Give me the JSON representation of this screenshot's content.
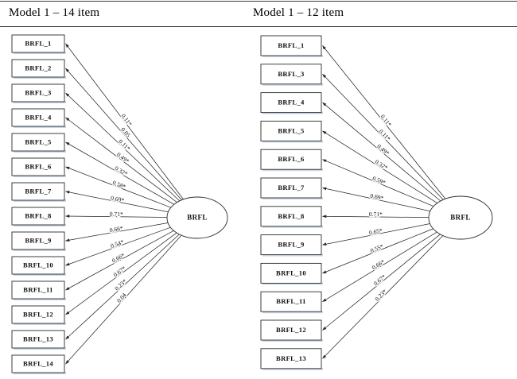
{
  "document": {
    "rule_color": "#3a3a3a",
    "background": "#ffffff"
  },
  "panels": [
    {
      "id": "model-1-14-item",
      "title": "Model 1 – 14 item",
      "latent": {
        "name": "BRFL"
      },
      "indicators": [
        {
          "label": "BRFL_1",
          "loading": "0.11*"
        },
        {
          "label": "BRFL_2",
          "loading": "0.05"
        },
        {
          "label": "BRFL_3",
          "loading": "0.11*"
        },
        {
          "label": "BRFL_4",
          "loading": "0.49*"
        },
        {
          "label": "BRFL_5",
          "loading": "0.32*"
        },
        {
          "label": "BRFL_6",
          "loading": "0.58*"
        },
        {
          "label": "BRFL_7",
          "loading": "0.69*"
        },
        {
          "label": "BRFL_8",
          "loading": "0.71*"
        },
        {
          "label": "BRFL_9",
          "loading": "0.66*"
        },
        {
          "label": "BRFL_10",
          "loading": "0.54*"
        },
        {
          "label": "BRFL_11",
          "loading": "0.66*"
        },
        {
          "label": "BRFL_12",
          "loading": "0.67*"
        },
        {
          "label": "BRFL_13",
          "loading": "0.23*"
        },
        {
          "label": "BRFL_14",
          "loading": "0.04"
        }
      ]
    },
    {
      "id": "model-1-12-item",
      "title": "Model 1 – 12 item",
      "latent": {
        "name": "BRFL"
      },
      "indicators": [
        {
          "label": "BRFL_1",
          "loading": "0.11*"
        },
        {
          "label": "BRFL_3",
          "loading": "0.11*"
        },
        {
          "label": "BRFL_4",
          "loading": "0.49*"
        },
        {
          "label": "BRFL_5",
          "loading": "0.32*"
        },
        {
          "label": "BRFL_6",
          "loading": "0.59*"
        },
        {
          "label": "BRFL_7",
          "loading": "0.69*"
        },
        {
          "label": "BRFL_8",
          "loading": "0.71*"
        },
        {
          "label": "BRFL_9",
          "loading": "0.65*"
        },
        {
          "label": "BRFL_10",
          "loading": "0.55*"
        },
        {
          "label": "BRFL_11",
          "loading": "0.66*"
        },
        {
          "label": "BRFL_12",
          "loading": "0.67*"
        },
        {
          "label": "BRFL_13",
          "loading": "0.23*"
        }
      ]
    }
  ]
}
